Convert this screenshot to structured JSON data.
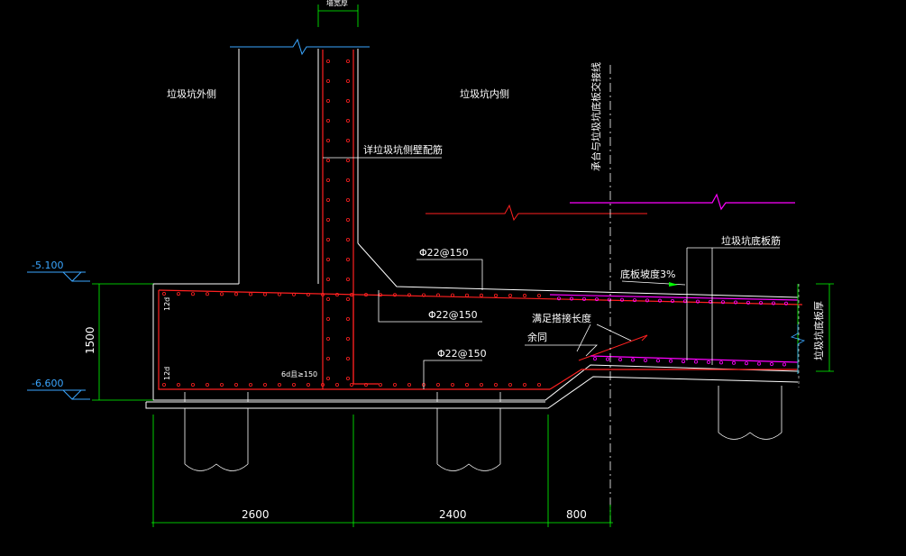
{
  "labels": {
    "top_dim": "墙宽厚",
    "outer_side": "垃圾坑外侧",
    "inner_side": "垃圾坑内侧",
    "wall_rebar": "详垃圾坑侧壁配筋",
    "center_line": "承台与垃圾坑底板交接线",
    "rebar_top": "Φ22@150",
    "rebar_mid": "Φ22@150",
    "rebar_bot": "Φ22@150",
    "slope": "底板坡度3%",
    "pit_bottom_rebar": "垃圾坑底板筋",
    "anchor_1": "满足搭接长度",
    "anchor_2": "余同",
    "hook_top": "12d",
    "hook_bot": "12d",
    "lap": "6d且≥150",
    "pit_slab": "垃圾坑底板厚"
  },
  "levels": {
    "top": "-5.100",
    "bottom": "-6.600"
  },
  "dimensions": {
    "height": "1500",
    "d1": "2600",
    "d2": "2400",
    "d3": "800"
  },
  "colors": {
    "background": "#000000",
    "outline": "#ffffff",
    "rebar": "#ff2020",
    "magenta": "#ff00ff",
    "dim_green": "#00ff00",
    "level_cyan": "#3aa6ff"
  }
}
